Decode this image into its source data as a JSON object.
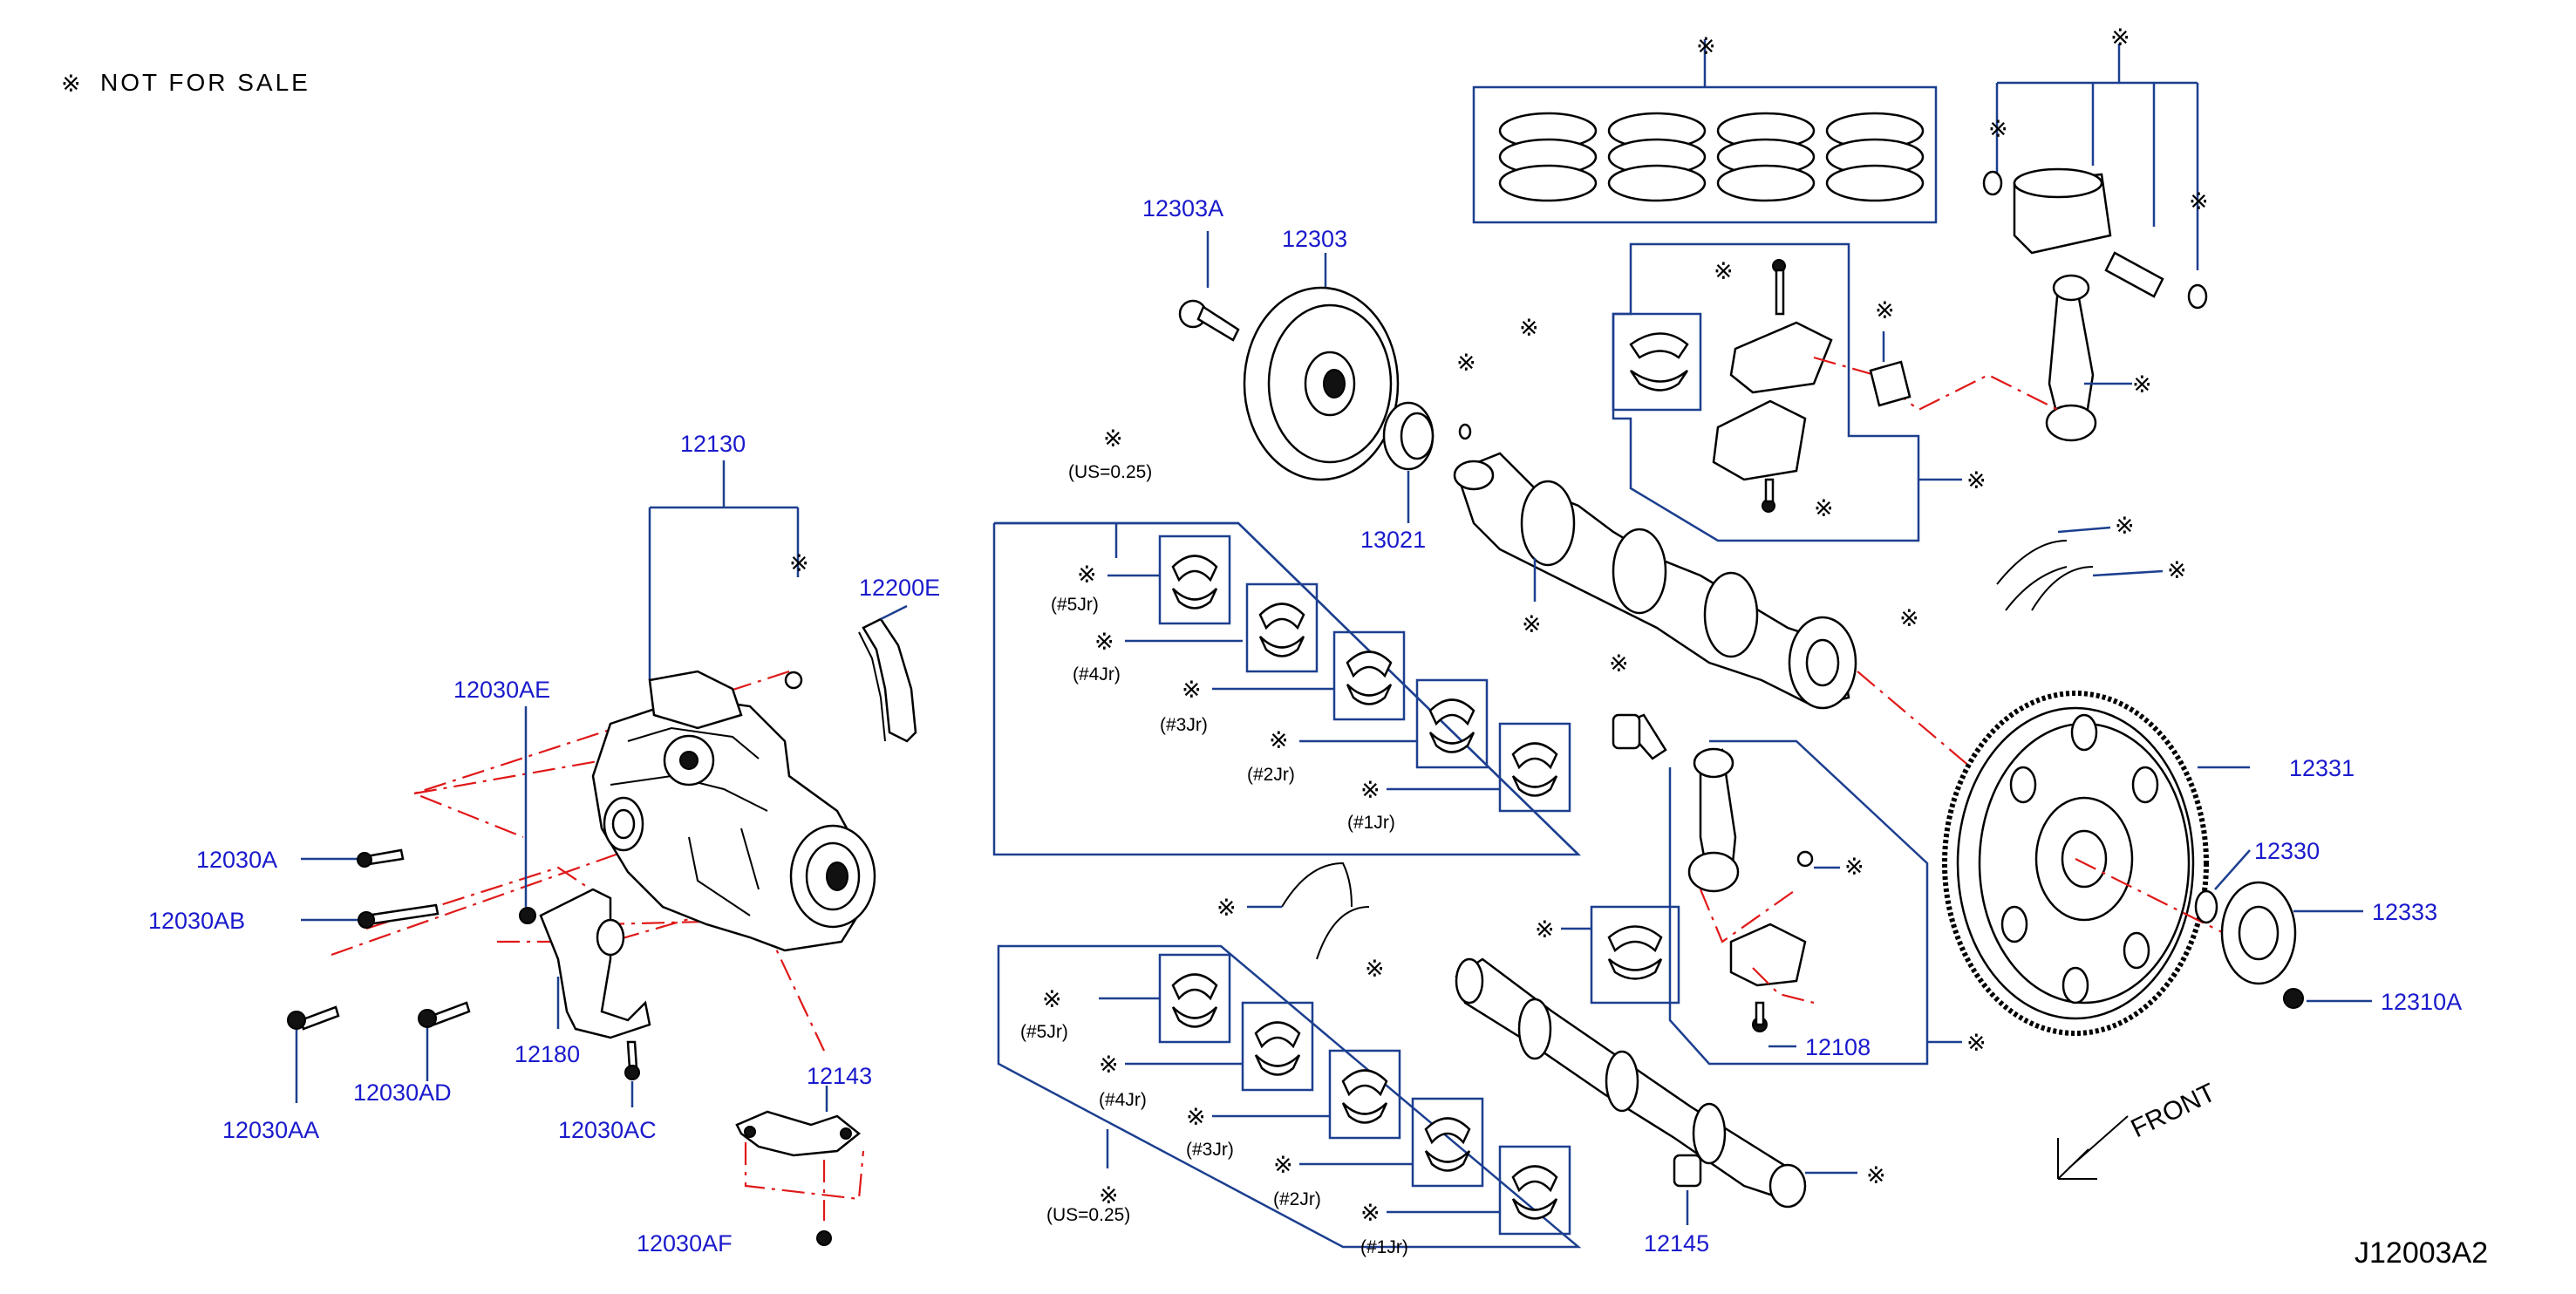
{
  "header": {
    "mark": "※",
    "notice": "NOT FOR SALE"
  },
  "diagram_id": "J12003A2",
  "mark": "※",
  "front_label": "FRONT",
  "part_numbers": {
    "p12130": "12130",
    "p12200E": "12200E",
    "p12030AE": "12030AE",
    "p12030A": "12030A",
    "p12030AB": "12030AB",
    "p12030AA": "12030AA",
    "p12030AD": "12030AD",
    "p12180": "12180",
    "p12030AC": "12030AC",
    "p12143": "12143",
    "p12030AF": "12030AF",
    "p12303A": "12303A",
    "p12303": "12303",
    "p13021": "13021",
    "p12331": "12331",
    "p12330": "12330",
    "p12333": "12333",
    "p12310A": "12310A",
    "p12108": "12108",
    "p12145": "12145"
  },
  "bearing_sets": {
    "upper": {
      "undersize": "(US=0.25)",
      "journals": [
        "(#5Jr)",
        "(#4Jr)",
        "(#3Jr)",
        "(#2Jr)",
        "(#1Jr)"
      ]
    },
    "lower": {
      "undersize": "(US=0.25)",
      "journals": [
        "(#5Jr)",
        "(#4Jr)",
        "(#3Jr)",
        "(#2Jr)",
        "(#1Jr)"
      ]
    }
  }
}
